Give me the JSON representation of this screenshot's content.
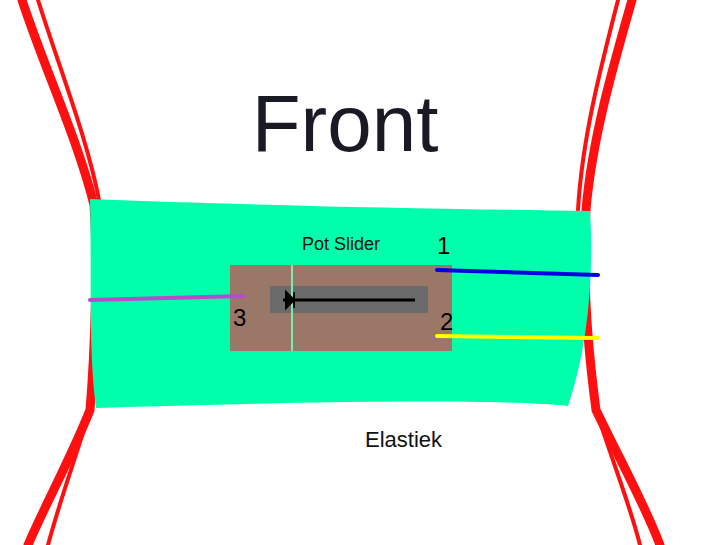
{
  "diagram": {
    "title": "Front",
    "nodes": [
      {
        "text": [
          "Elastiek"
        ]
      },
      {
        "text": [
          "Pot Slider"
        ],
        "in": 0
      }
    ],
    "labels": [
      "1",
      "2",
      "3"
    ]
  }
}
